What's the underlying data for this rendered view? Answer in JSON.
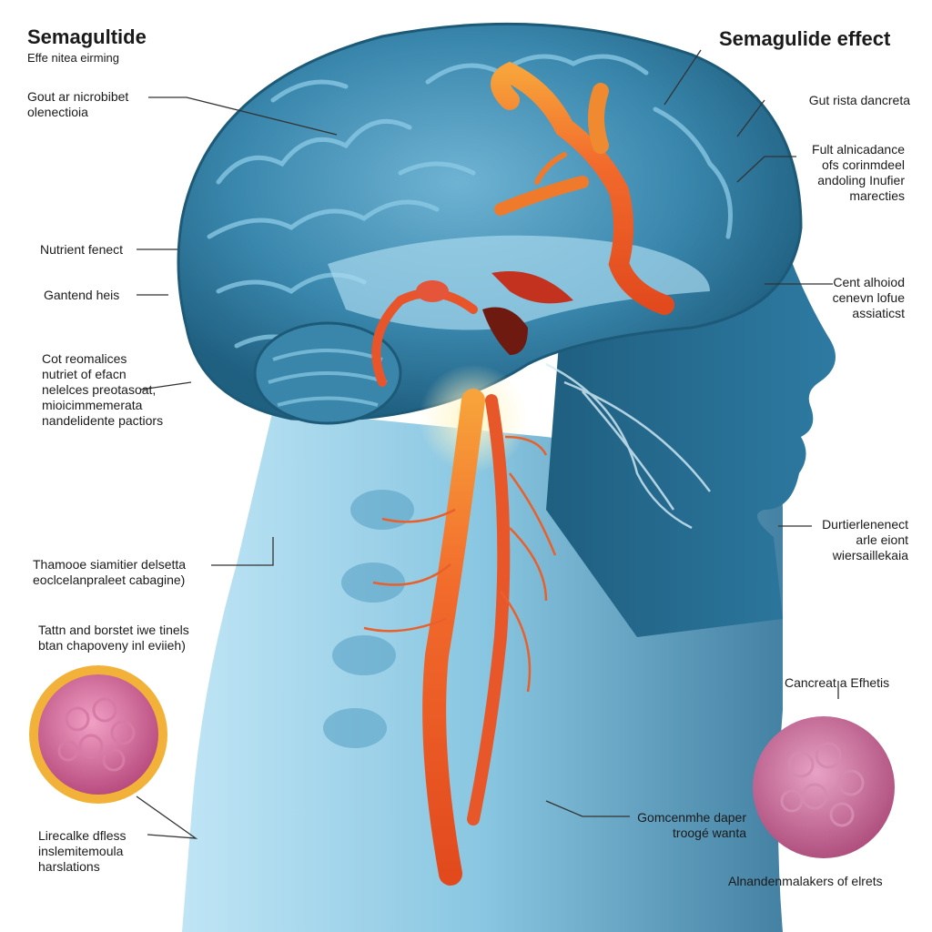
{
  "title_left": "Semagultide",
  "subtitle_left": "Effe nitea eirming",
  "title_right": "Semagulide effect",
  "labels": {
    "gout_microbe": [
      "Gout ar nicrobibet",
      "olenectioia"
    ],
    "nutrient_fenect": [
      "Nutrient fenect"
    ],
    "gantend_heis": [
      "Gantend heis"
    ],
    "cot_remalices": [
      "Cot reomalices",
      "nutriet of efacn",
      "nelelces preotasoat,",
      "mioicimmemerata",
      "nandelidente pactiors"
    ],
    "thamooe": [
      "Thamooe siamitier delsetta",
      "eoclcelanpraleet cabagine)"
    ],
    "tatin": [
      "Tattn and borstet iwe tinels",
      "btan chapoveny inl eviieh)"
    ],
    "lirecalke": [
      "Lirecalke dfless",
      "inslemitemoula",
      "harslations"
    ],
    "gut_rista": [
      "Gut rista dancreta"
    ],
    "fult": [
      "Fult alnicadance",
      "ofs corinmdeel",
      "andoling Inufier",
      "marecties"
    ],
    "cent_alhoiod": [
      "Cent alhoiod",
      "cenevn lofue",
      "assiaticst"
    ],
    "durtieleneect": [
      "Durtierlenenect",
      "arle eiont",
      "wiersaillekaia"
    ],
    "cancreat": [
      "Cancreat a Efhetis"
    ],
    "gomcenmhe": [
      "Gomcenmhe daper",
      "troogé wanta"
    ],
    "alnanden": [
      "Alnandenmalakers of elrets"
    ]
  },
  "colors": {
    "brain_blue": "#2f7a9e",
    "skin_blue": "#9ed1e8",
    "nerve_orange": "#f0642a",
    "cell_pink": "#c9608f",
    "cell_ring": "#f2b23a"
  }
}
